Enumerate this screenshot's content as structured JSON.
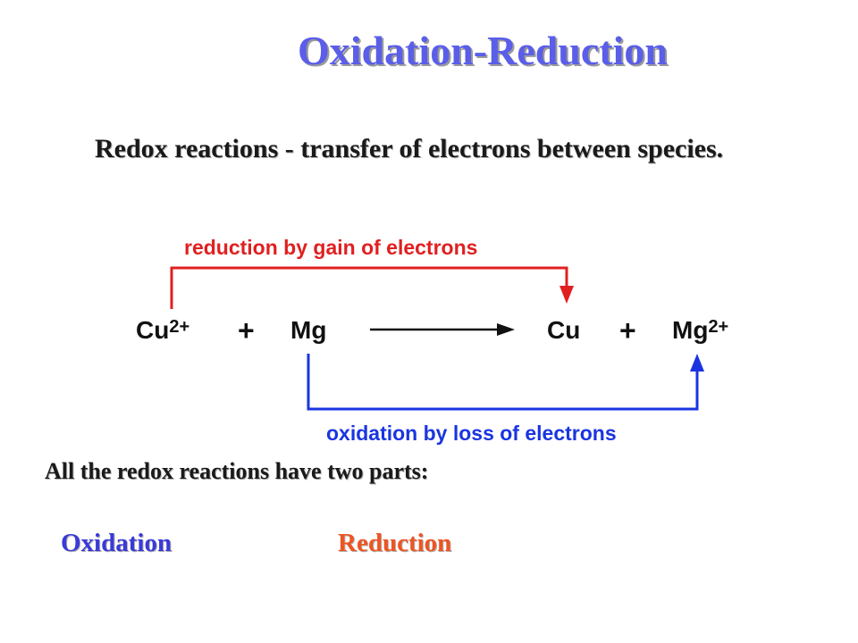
{
  "title": "Oxidation-Reduction",
  "intro": "Redox reactions - transfer of electrons between species.",
  "diagram": {
    "reduction_label": "reduction by gain of electrons",
    "oxidation_label": "oxidation by loss of electrons",
    "reactant_1": {
      "symbol": "Cu",
      "charge": "2+"
    },
    "plus_1": "+",
    "reactant_2": {
      "symbol": "Mg",
      "charge": ""
    },
    "product_1": {
      "symbol": "Cu",
      "charge": ""
    },
    "plus_2": "+",
    "product_2": {
      "symbol": "Mg",
      "charge": "2+"
    },
    "colors": {
      "reduction": "#e02020",
      "oxidation": "#1a35e0",
      "equation": "#111111"
    }
  },
  "parts_heading": "All the redox reactions have two parts:",
  "parts": {
    "oxidation": "Oxidation",
    "reduction": "Reduction"
  }
}
